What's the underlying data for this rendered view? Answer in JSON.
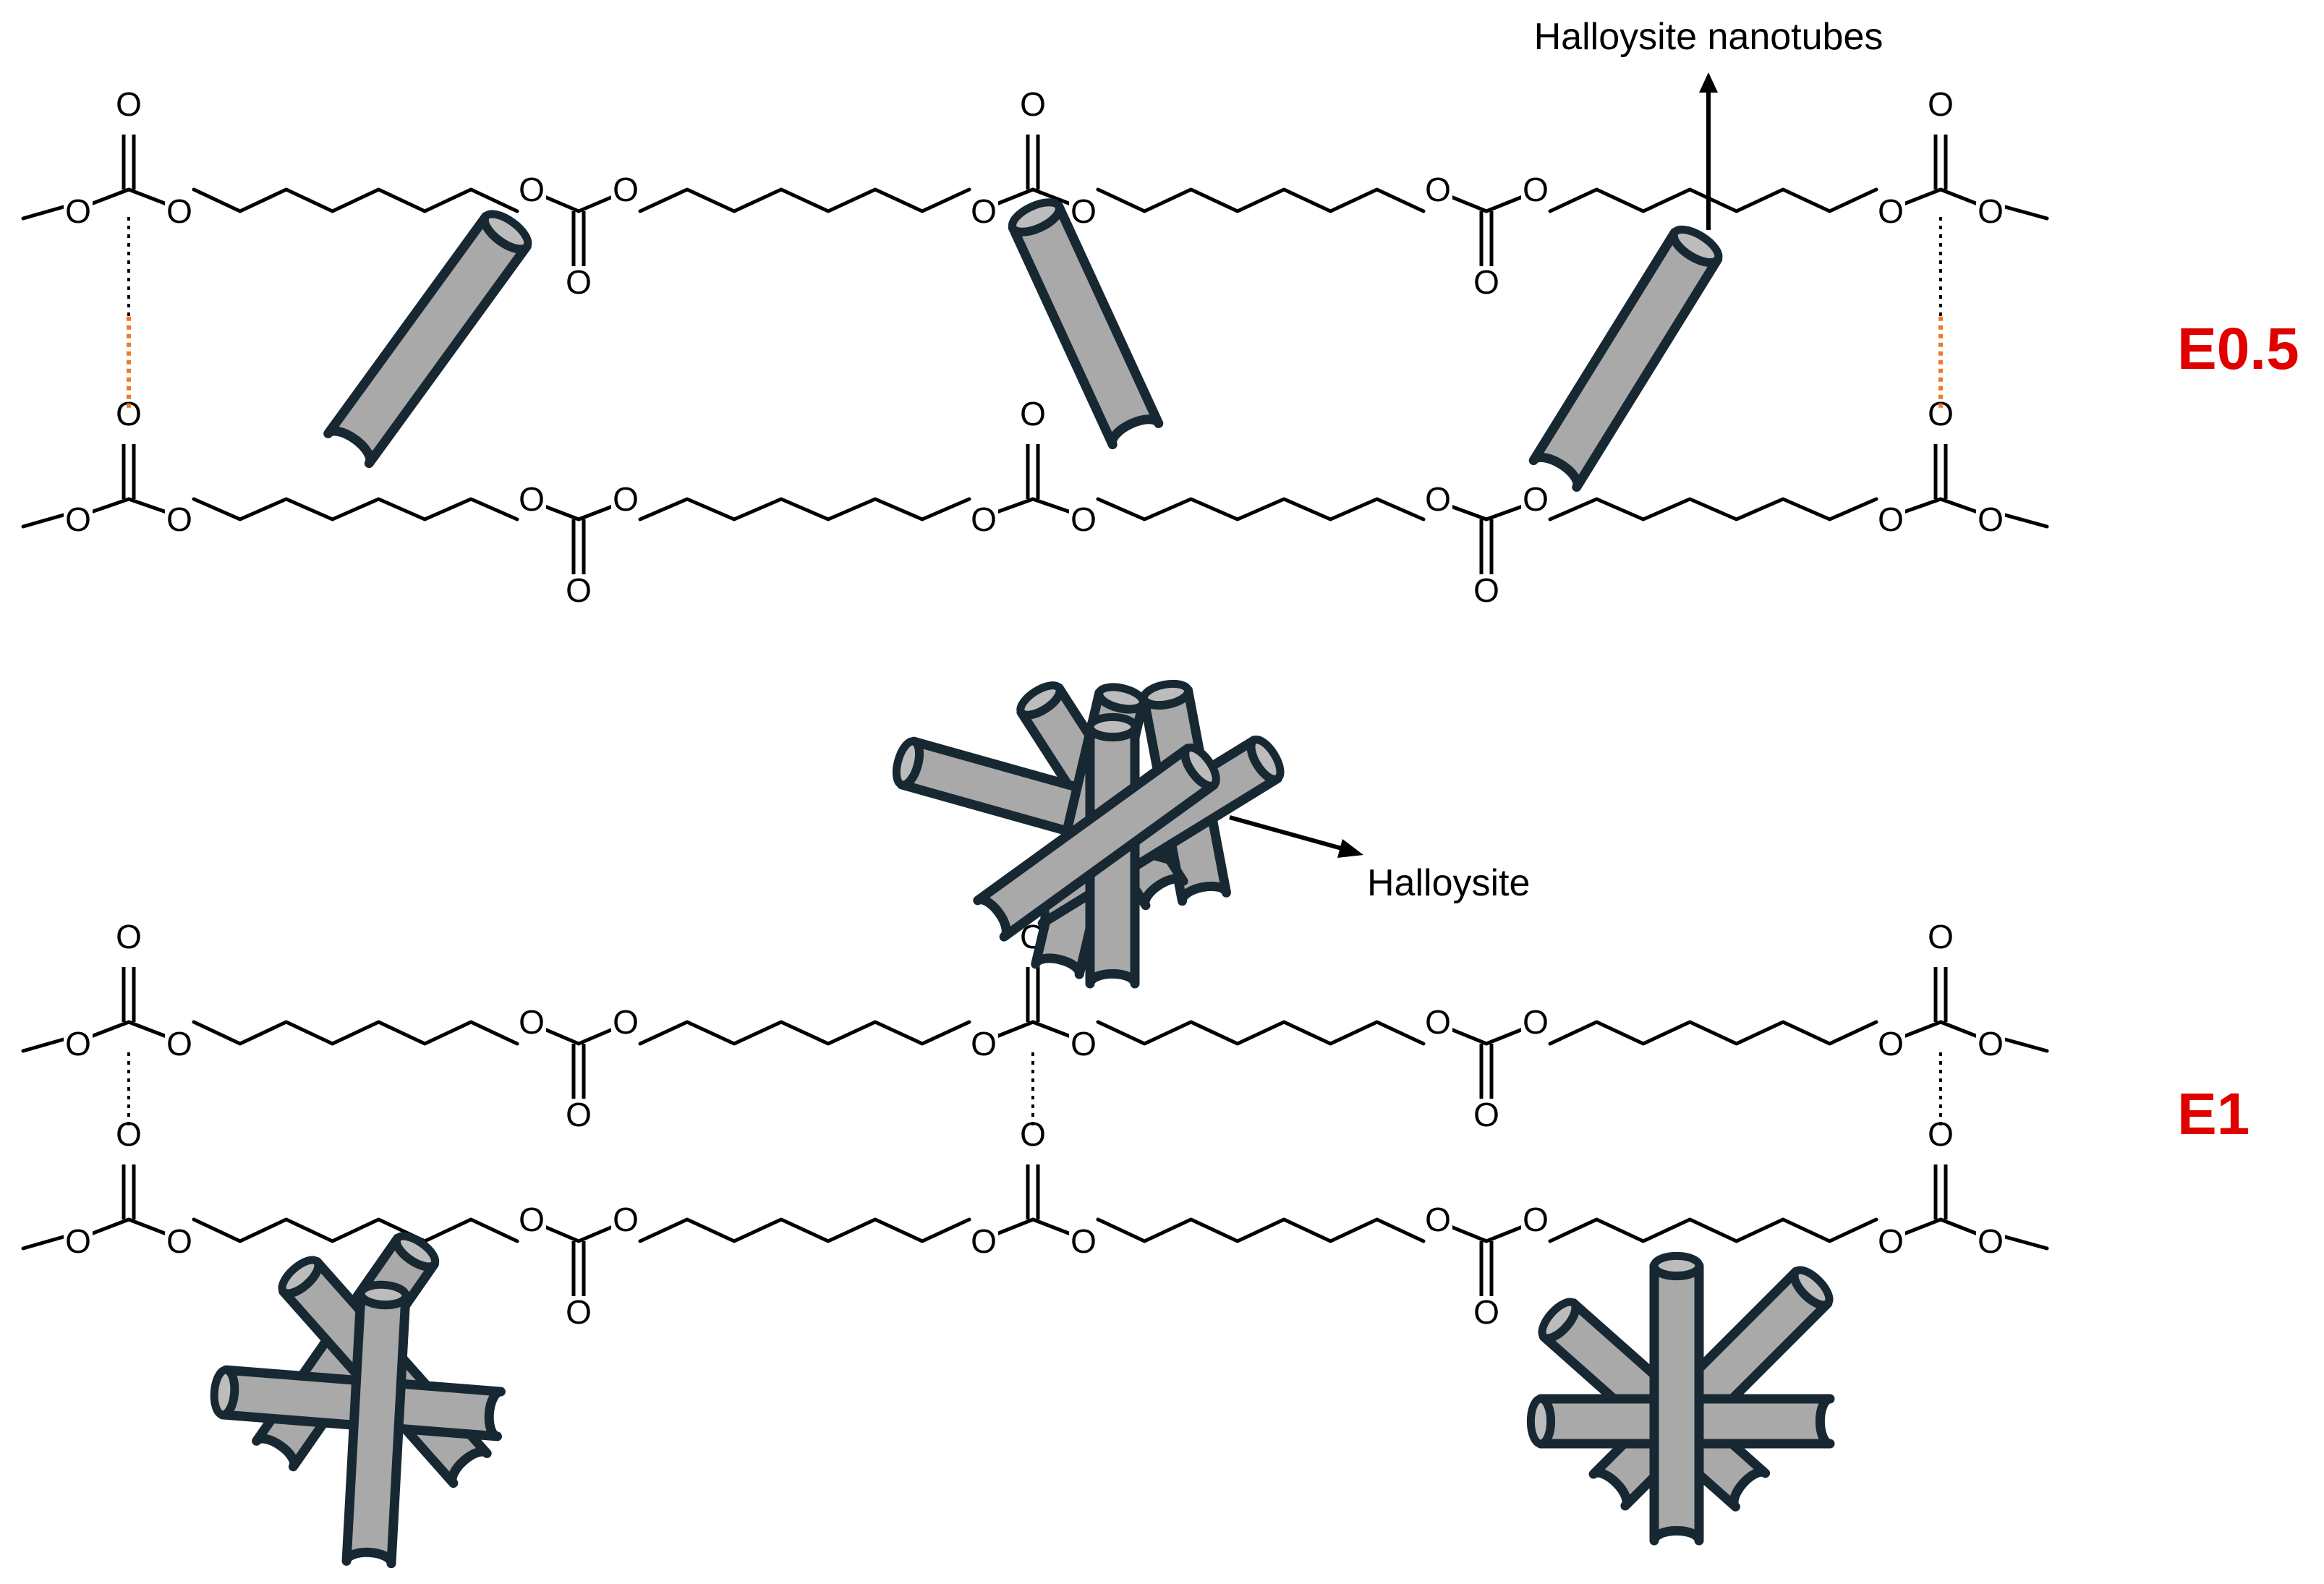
{
  "diagram": {
    "labels": {
      "nanotubes": "Halloysite nanotubes",
      "halloysite": "Halloysite"
    },
    "tags": {
      "top": "E0.5",
      "bottom": "E1"
    },
    "atoms": {
      "oxygen": "O"
    },
    "colors": {
      "accent_red": "#e00000",
      "tube_fill": "#a9a9a9",
      "tube_outline": "#172833",
      "h_bond_orange": "#f07a2a"
    }
  }
}
